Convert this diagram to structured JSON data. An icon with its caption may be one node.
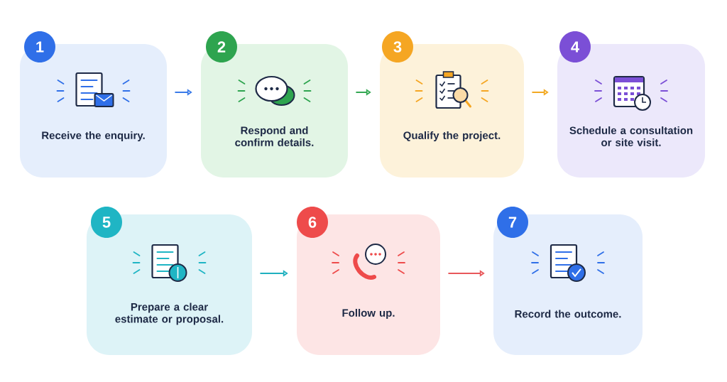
{
  "diagram": {
    "nodes": [
      {
        "text": [
          "1",
          "Receive the enquiry."
        ]
      },
      {
        "text": [
          "2",
          "Respond and confirm details."
        ]
      },
      {
        "text": [
          "3",
          "Qualify the project."
        ]
      },
      {
        "text": [
          "4",
          "Schedule a consultation or site visit."
        ]
      },
      {
        "text": [
          "5",
          "Prepare a clear estimate or proposal."
        ]
      },
      {
        "text": [
          "6",
          "Follow up."
        ]
      },
      {
        "text": [
          "7",
          "Record the outcome."
        ]
      }
    ],
    "edges": [
      {
        "from": 0,
        "to": 1,
        "arrow": "to",
        "color": "#3b7be8"
      },
      {
        "from": 1,
        "to": 2,
        "arrow": "to",
        "color": "#34a853"
      },
      {
        "from": 2,
        "to": 3,
        "arrow": "to",
        "color": "#f2a922"
      },
      {
        "from": 4,
        "to": 5,
        "arrow": "to",
        "color": "#1fb0bf"
      },
      {
        "from": 5,
        "to": 6,
        "arrow": "to",
        "color": "#e8585b"
      }
    ]
  }
}
